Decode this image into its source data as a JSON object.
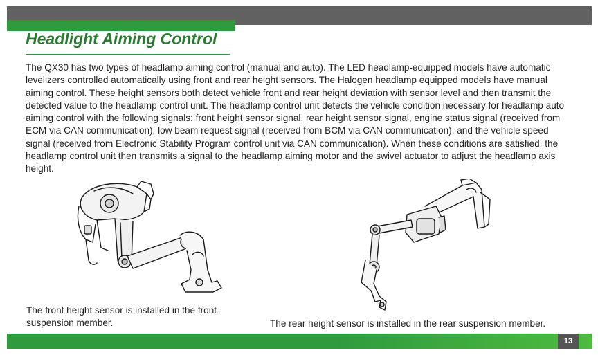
{
  "page": {
    "title": "Headlight Aiming Control",
    "number": "13"
  },
  "body": {
    "part1": "The QX30 has two types of headlamp aiming control (manual and auto). The LED headlamp-equipped models have automatic levelizers controlled ",
    "underlined": "automatically",
    "part2": " using front and rear height sensors. The Halogen headlamp equipped models have manual aiming control. These height sensors both detect vehicle front and rear height deviation with sensor level and then transmit the detected value to the headlamp control unit. The headlamp control unit detects the vehicle condition necessary for headlamp auto aiming control with the following signals: front height sensor signal, rear height sensor signal, engine status signal (received from ECM via CAN communication), low beam request signal (received from BCM via CAN communication), and the vehicle speed signal (received from Electronic Stability Program control unit via CAN communication). When these conditions are satisfied, the headlamp control unit then transmits a signal to the headlamp aiming motor and the swivel actuator to adjust the headlamp axis height."
  },
  "figures": {
    "front_caption": "The front height sensor is installed in the front suspension member.",
    "rear_caption": "The rear height sensor is installed in the rear suspension member."
  },
  "colors": {
    "brand_green": "#2f9a3e",
    "title_green": "#2b7a32",
    "header_gray": "#616161"
  }
}
